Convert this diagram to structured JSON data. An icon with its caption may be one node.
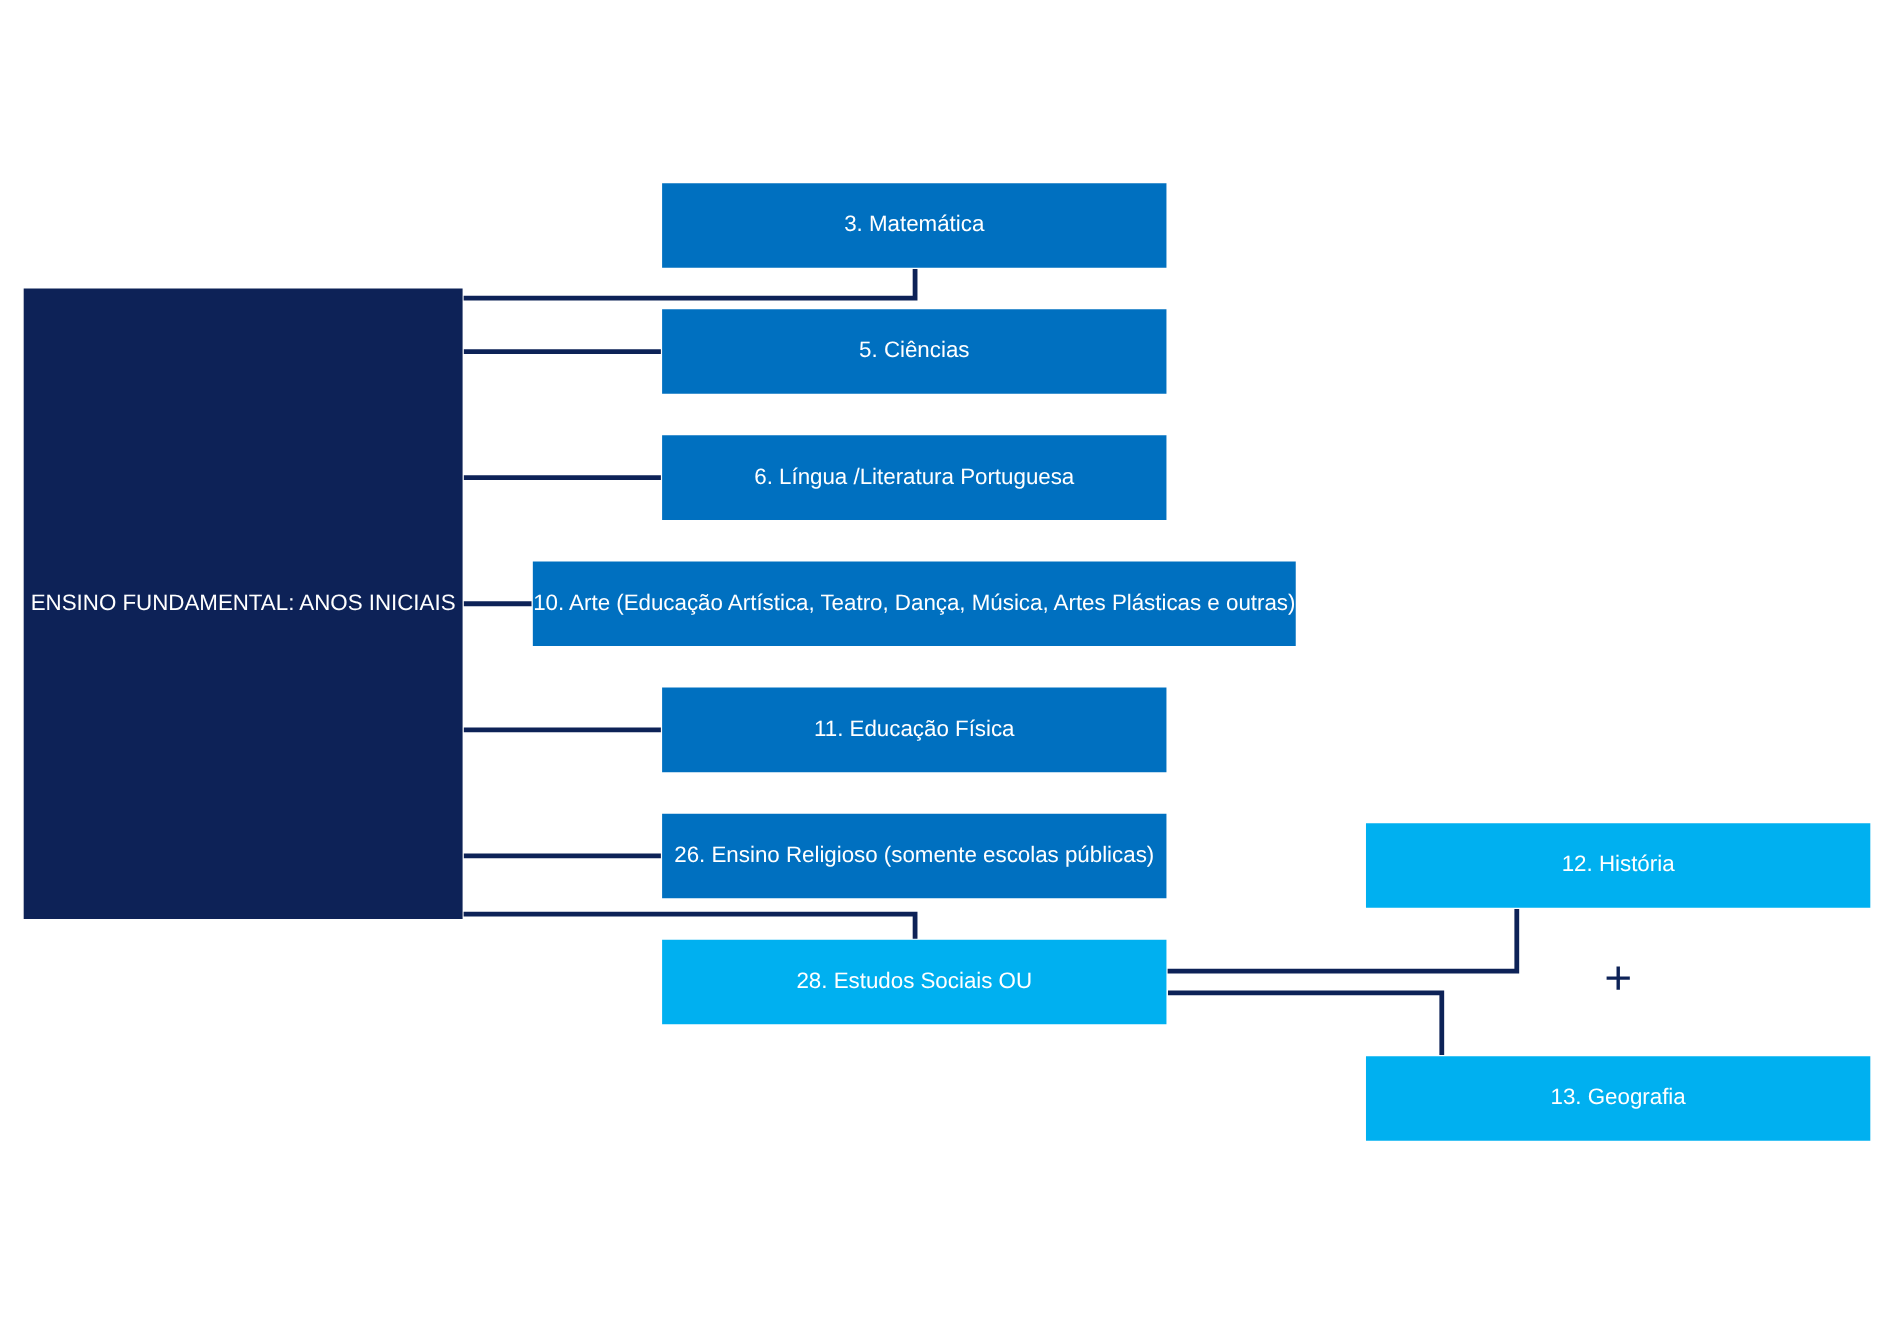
{
  "diagram": {
    "nodes": [
      {
        "text": [
          "ENSINO FUNDAMENTAL: ANOS INICIAIS"
        ]
      },
      {
        "text": [
          "3. Matemática"
        ]
      },
      {
        "text": [
          "5. Ciências"
        ]
      },
      {
        "text": [
          "6. Língua /Literatura Portuguesa"
        ]
      },
      {
        "text": [
          "10. Arte (Educação Artística, Teatro, Dança, Música, Artes Plásticas e outras)"
        ]
      },
      {
        "text": [
          "11. Educação Física"
        ]
      },
      {
        "text": [
          "26. Ensino Religioso (somente escolas públicas)"
        ]
      },
      {
        "text": [
          "28. Estudos Sociais OU"
        ]
      },
      {
        "text": [
          "12. História"
        ]
      },
      {
        "text": [
          "13. Geografia"
        ]
      }
    ],
    "edges": [
      {
        "from": 0,
        "to": 1,
        "arrow": "none"
      },
      {
        "from": 0,
        "to": 2,
        "arrow": "none"
      },
      {
        "from": 0,
        "to": 3,
        "arrow": "none"
      },
      {
        "from": 0,
        "to": 4,
        "arrow": "none"
      },
      {
        "from": 0,
        "to": 5,
        "arrow": "none"
      },
      {
        "from": 0,
        "to": 6,
        "arrow": "none"
      },
      {
        "from": 0,
        "to": 7,
        "arrow": "none"
      },
      {
        "from": 7,
        "to": 8,
        "arrow": "none"
      },
      {
        "from": 7,
        "to": 9,
        "arrow": "none"
      }
    ],
    "labels": [
      "+"
    ]
  }
}
